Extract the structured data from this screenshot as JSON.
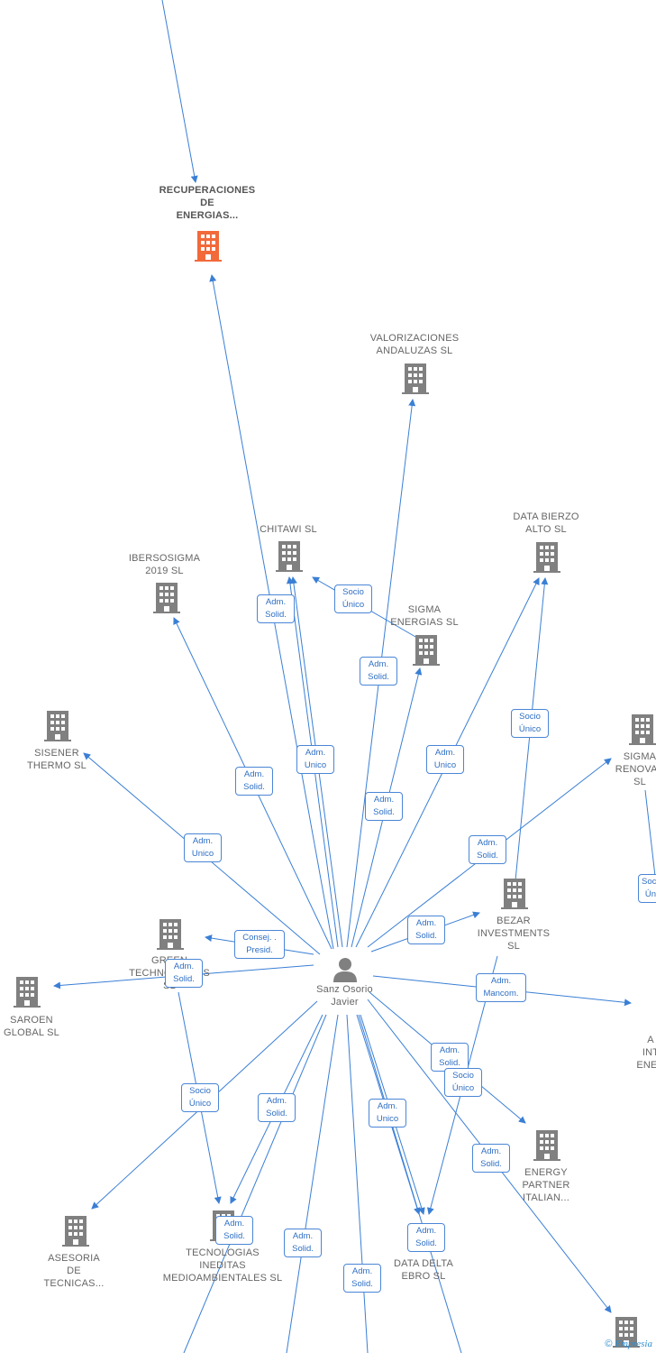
{
  "colors": {
    "edge": "#3a7fd5",
    "building": "#808080",
    "main_building": "#f26a3a",
    "person": "#808080"
  },
  "person": {
    "name": "Sanz Osorio\nJavier",
    "icon": "person-icon"
  },
  "nodes": [
    {
      "id": "recuperaciones",
      "label": "RECUPERACIONES\nDE\nENERGIAS...",
      "main": true
    },
    {
      "id": "valorizaciones",
      "label": "VALORIZACIONES\nANDALUZAS  SL"
    },
    {
      "id": "chitawi",
      "label": "CHITAWI  SL"
    },
    {
      "id": "ibersosigma",
      "label": "IBERSOSIGMA\n2019  SL"
    },
    {
      "id": "databierzo",
      "label": "DATA BIERZO\nALTO  SL"
    },
    {
      "id": "sigmaenergias",
      "label": "SIGMA\nENERGIAS  SL"
    },
    {
      "id": "sisener",
      "label": "SISENER\nTHERMO SL"
    },
    {
      "id": "sigmarenov",
      "label": "SIGMA\nRENOVAB\nSL"
    },
    {
      "id": "green",
      "label": "GREEN\nTECHNOLOGIES\nSL"
    },
    {
      "id": "bezar",
      "label": "BEZAR\nINVESTMENTS\nSL"
    },
    {
      "id": "saroen",
      "label": "SAROEN\nGLOBAL  SL"
    },
    {
      "id": "ainter",
      "label": "A\nINT\nENER"
    },
    {
      "id": "energypartner",
      "label": "ENERGY\nPARTNER\nITALIAN..."
    },
    {
      "id": "asesoria",
      "label": "ASESORIA\nDE\nTECNICAS..."
    },
    {
      "id": "tecnologias",
      "label": "TECNOLOGIAS\nINEDITAS\nMEDIOAMBIENTALES SL"
    },
    {
      "id": "datadelta",
      "label": "DATA DELTA\nEBRO  SL"
    },
    {
      "id": "bottomright",
      "label": ""
    }
  ],
  "roles": [
    "Adm.\nSolid.",
    "Socio\nÚnico",
    "Adm.\nSolid.",
    "Adm.\nUnico",
    "Adm.\nSolid.",
    "Socio\nÚnico",
    "Adm.\nUnico",
    "Adm.\nSolid.",
    "Adm.\nUnico",
    "Adm.\nSolid.",
    "Socio\nÚni",
    "Consej. .\nPresid.",
    "Adm.\nSolid.",
    "Adm.\nSolid.",
    "Adm.\nMancom.",
    "Adm.\nSolid.",
    "Socio\nÚnico",
    "Socio\nÚnico",
    "Adm.\nSolid.",
    "Adm.\nUnico",
    "Adm.\nSolid.",
    "Adm.\nSolid.",
    "Adm.\nSolid.",
    "Adm.\nSolid.",
    "Adm.\nSolid."
  ],
  "brand": {
    "copyright": "©",
    "name": "Empresia"
  }
}
